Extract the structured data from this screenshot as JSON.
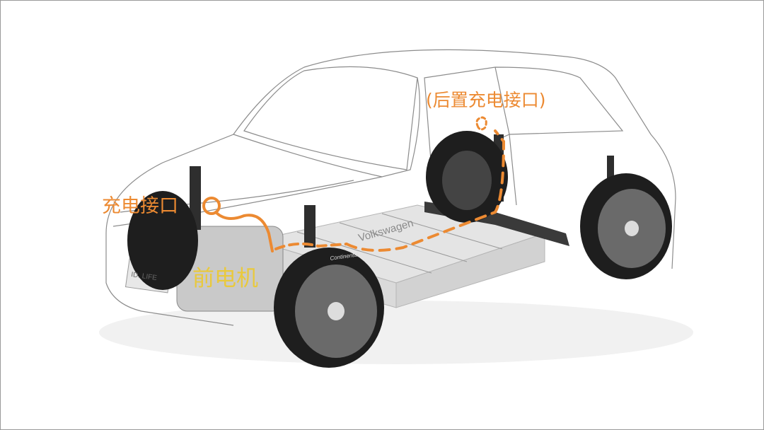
{
  "labels": {
    "rear_charge_port": "(后置充电接口)",
    "charge_port": "充电接口",
    "front_motor": "前电机"
  },
  "photo_lettering": [
    "Volkswagen",
    "ID. LIFE",
    "Continental"
  ],
  "colors": {
    "annotation_orange": "#ec8a32",
    "annotation_yellow": "#e9c93c",
    "outline": "#8c8c8c",
    "battery": "#e4e4e4",
    "tire": "#1e1e1e"
  }
}
